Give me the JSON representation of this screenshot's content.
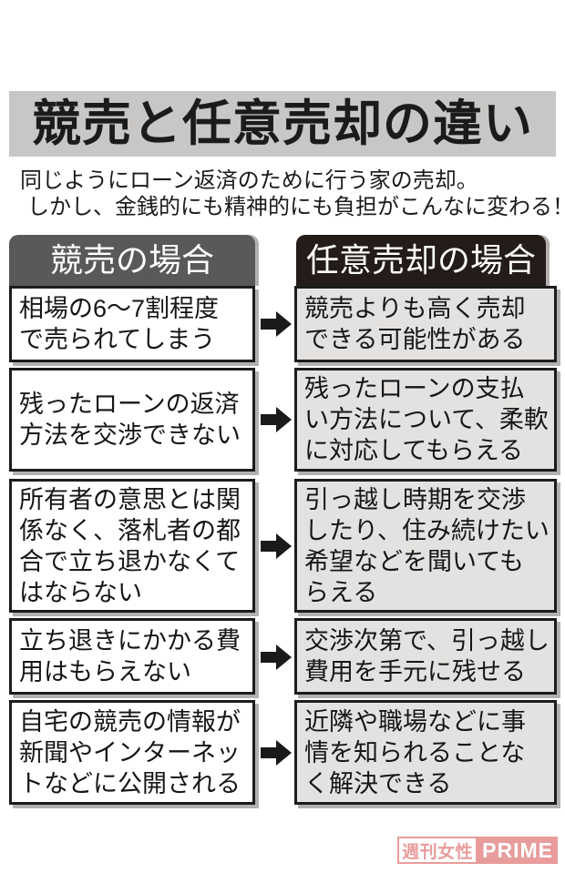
{
  "title": "競売と任意売却の違い",
  "subtitle": {
    "line1": "同じようにローン返済のために行う家の売却。",
    "line2": "しかし、金銭的にも精神的にも負担がこんなに変わる！"
  },
  "columns": {
    "left_header": "競売の場合",
    "right_header": "任意売却の場合"
  },
  "rows": [
    {
      "left": "相場の6〜7割程度\nで売られてしまう",
      "right": "競売よりも高く売却\nできる可能性がある"
    },
    {
      "left": "残ったローンの返済\n方法を交渉できない",
      "right": "残ったローンの支払\nい方法について、柔軟\nに対応してもらえる"
    },
    {
      "left": "所有者の意思とは関\n係なく、落札者の都\n合で立ち退かなくて\nはならない",
      "right": "引っ越し時期を交渉\nしたり、住み続けたい\n希望などを聞いても\nらえる"
    },
    {
      "left": "立ち退きにかかる費\n用はもらえない",
      "right": "交渉次第で、引っ越し\n費用を手元に残せる"
    },
    {
      "left": "自宅の競売の情報が\n新聞やインターネッ\nトなどに公開される",
      "right": "近隣や職場などに事\n情を知られることな\nく解決できる"
    }
  ],
  "logo": {
    "magazine": "週刊女性",
    "brand": "PRIME"
  },
  "colors": {
    "title_bg": "#c9c7c5",
    "left_header_bg": "#5a585a",
    "right_header_bg": "#241c18",
    "right_cell_bg": "#e4e2e0",
    "cell_border": "#1c1c1c",
    "shadow": "#b3b1af",
    "arrow": "#1a1a1a",
    "logo_pink": "#e89c9c"
  }
}
